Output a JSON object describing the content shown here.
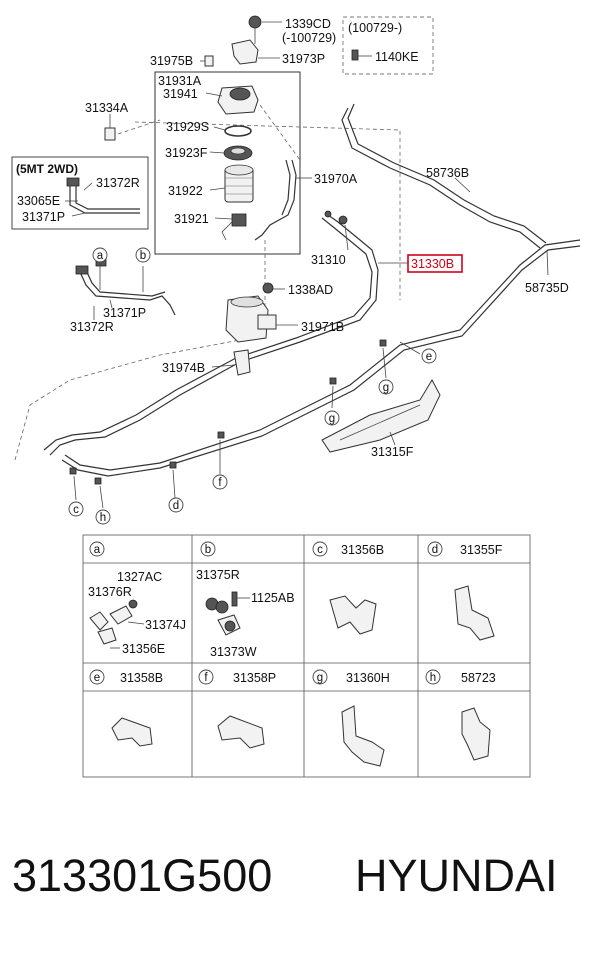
{
  "parts": {
    "p1339CD": "1339CD",
    "p1339CD_note": "(-100729)",
    "p31973P": "31973P",
    "p31975B": "31975B",
    "p31931A": "31931A",
    "p31941": "31941",
    "p31334A": "31334A",
    "p31929S": "31929S",
    "p31923F": "31923F",
    "p31922": "31922",
    "p31921": "31921",
    "p31970A": "31970A",
    "p31310": "31310",
    "p31330B": "31330B",
    "p58736B": "58736B",
    "p58735D": "58735D",
    "p1338AD": "1338AD",
    "p31971B": "31971B",
    "p31974B": "31974B",
    "p31315F": "31315F",
    "p1140KE": "1140KE",
    "box_note": "(100729-)",
    "variant_title": "(5MT 2WD)",
    "p31372R_top": "31372R",
    "p33065E": "33065E",
    "p31371P_top": "31371P",
    "p31371P": "31371P",
    "p31372R": "31372R"
  },
  "callouts": {
    "a": "a",
    "b": "b",
    "c": "c",
    "d": "d",
    "e": "e",
    "f": "f",
    "g": "g",
    "h": "h"
  },
  "detail_table": {
    "cells": [
      {
        "letter": "a",
        "code": ""
      },
      {
        "letter": "b",
        "code": ""
      },
      {
        "letter": "c",
        "code": "31356B"
      },
      {
        "letter": "d",
        "code": "31355F"
      },
      {
        "letter": "e",
        "code": "31358B"
      },
      {
        "letter": "f",
        "code": "31358P"
      },
      {
        "letter": "g",
        "code": "31360H"
      },
      {
        "letter": "h",
        "code": "58723"
      }
    ],
    "a_parts": {
      "p1327AC": "1327AC",
      "p31376R": "31376R",
      "p31374J": "31374J",
      "p31356E": "31356E"
    },
    "b_parts": {
      "p31375R": "31375R",
      "p1125AB": "1125AB",
      "p31373W": "31373W"
    }
  },
  "footer": {
    "part_number": "313301G500",
    "brand": "HYUNDAI"
  },
  "colors": {
    "highlight": "#d0021b",
    "line": "#333333"
  }
}
